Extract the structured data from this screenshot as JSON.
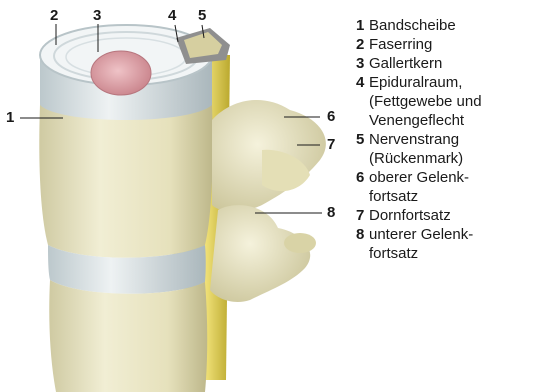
{
  "callouts": [
    "1",
    "2",
    "3",
    "4",
    "5",
    "6",
    "7",
    "8"
  ],
  "legend": [
    {
      "num": "1",
      "lines": [
        "Bandscheibe"
      ]
    },
    {
      "num": "2",
      "lines": [
        "Faserring"
      ]
    },
    {
      "num": "3",
      "lines": [
        "Gallertkern"
      ]
    },
    {
      "num": "4",
      "lines": [
        "Epiduralraum,",
        "(Fettgewebe und",
        "Venengeflecht"
      ]
    },
    {
      "num": "5",
      "lines": [
        "Nervenstrang",
        "(Rückenmark)"
      ]
    },
    {
      "num": "6",
      "lines": [
        "oberer Gelenk-",
        "fortsatz"
      ]
    },
    {
      "num": "7",
      "lines": [
        "Dornfortsatz"
      ]
    },
    {
      "num": "8",
      "lines": [
        "unterer Gelenk-",
        "fortsatz"
      ]
    }
  ],
  "colors": {
    "bone": "#ebe7c6",
    "bone_shadow": "#c9c49a",
    "disc": "#dfe6e8",
    "disc_shadow": "#b8c4c8",
    "nucleus": "#d9a0a6",
    "nerve": "#e3cf4c",
    "text": "#1a1a1a"
  }
}
